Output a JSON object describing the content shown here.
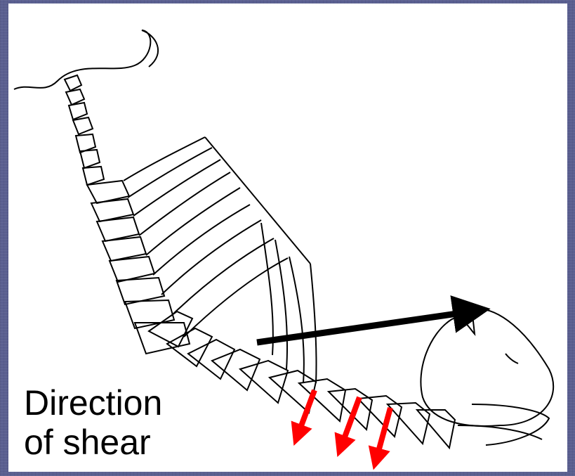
{
  "slide": {
    "caption_line1": "Direction",
    "caption_line2": "of shear"
  },
  "colors": {
    "background": "#5a5f90",
    "slide": "#ffffff",
    "ink": "#000000",
    "shear_arrow": "#ff0000"
  },
  "figure": {
    "subject": "lateral view line drawing of spine with ribs and pelvis",
    "shear_arrows": 3,
    "direction_arrows": 1
  }
}
